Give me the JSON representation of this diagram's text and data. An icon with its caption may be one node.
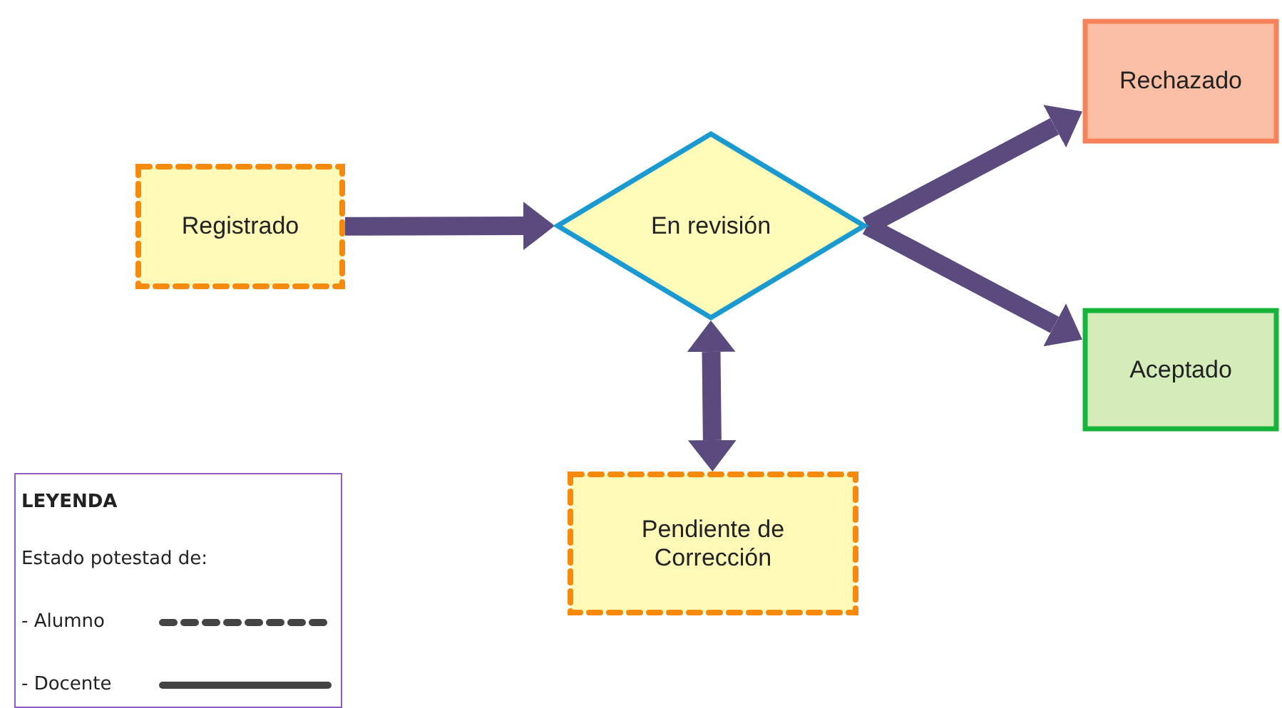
{
  "diagram": {
    "nodes": [
      {
        "text": [
          "Registrado"
        ]
      },
      {
        "text": [
          "En revisión"
        ]
      },
      {
        "text": [
          "Rechazado"
        ]
      },
      {
        "text": [
          "Aceptado"
        ]
      },
      {
        "text": [
          "Pendiente de Corrección"
        ]
      }
    ],
    "edges": [
      {
        "from": 0,
        "to": 1,
        "arrow": "to"
      },
      {
        "from": 1,
        "to": 2,
        "arrow": "to"
      },
      {
        "from": 1,
        "to": 3,
        "arrow": "to"
      },
      {
        "from": 4,
        "to": 1,
        "arrow": "both"
      }
    ],
    "labels": [
      "LEYENDA",
      "Estado potestad de:"
    ],
    "legend": [
      {
        "text": "- Alumno"
      },
      {
        "text": "- Docente"
      }
    ]
  }
}
